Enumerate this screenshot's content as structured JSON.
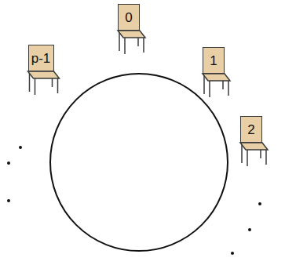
{
  "diagram": {
    "nodes": [
      {
        "text": [
          "0"
        ]
      },
      {
        "text": [
          "1"
        ]
      },
      {
        "text": [
          "2"
        ]
      },
      {
        "text": [
          "p-1"
        ]
      }
    ]
  }
}
